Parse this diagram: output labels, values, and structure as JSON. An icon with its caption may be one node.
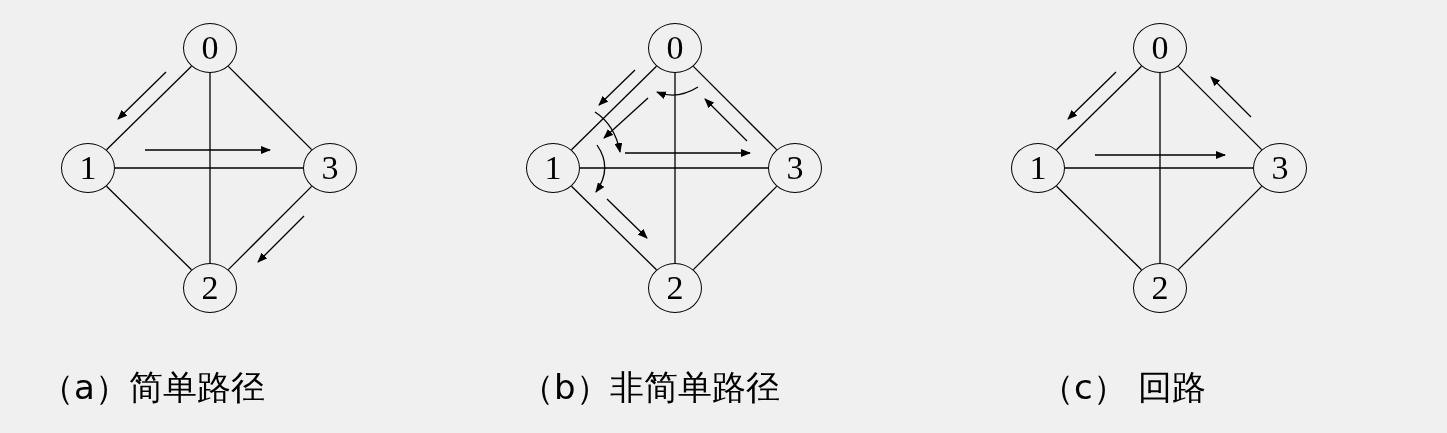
{
  "diagram": {
    "nodes": [
      {
        "text": [
          "0"
        ]
      },
      {
        "text": [
          "1"
        ]
      },
      {
        "text": [
          "3"
        ]
      },
      {
        "text": [
          "2"
        ]
      },
      {
        "text": [
          "0"
        ]
      },
      {
        "text": [
          "1"
        ]
      },
      {
        "text": [
          "3"
        ]
      },
      {
        "text": [
          "2"
        ]
      },
      {
        "text": [
          "0"
        ]
      },
      {
        "text": [
          "1"
        ]
      },
      {
        "text": [
          "3"
        ]
      },
      {
        "text": [
          "2"
        ]
      }
    ],
    "edges": [
      {
        "from": 0,
        "to": 1,
        "arrow": "none"
      },
      {
        "from": 0,
        "to": 2,
        "arrow": "none"
      },
      {
        "from": 0,
        "to": 3,
        "arrow": "none"
      },
      {
        "from": 1,
        "to": 2,
        "arrow": "none"
      },
      {
        "from": 1,
        "to": 3,
        "arrow": "none"
      },
      {
        "from": 2,
        "to": 3,
        "arrow": "none"
      },
      {
        "from": 4,
        "to": 5,
        "arrow": "none"
      },
      {
        "from": 4,
        "to": 6,
        "arrow": "none"
      },
      {
        "from": 4,
        "to": 7,
        "arrow": "none"
      },
      {
        "from": 5,
        "to": 6,
        "arrow": "none"
      },
      {
        "from": 5,
        "to": 7,
        "arrow": "none"
      },
      {
        "from": 6,
        "to": 7,
        "arrow": "none"
      },
      {
        "from": 8,
        "to": 9,
        "arrow": "none"
      },
      {
        "from": 8,
        "to": 10,
        "arrow": "none"
      },
      {
        "from": 8,
        "to": 11,
        "arrow": "none"
      },
      {
        "from": 9,
        "to": 10,
        "arrow": "none"
      },
      {
        "from": 9,
        "to": 11,
        "arrow": "none"
      },
      {
        "from": 10,
        "to": 11,
        "arrow": "none"
      }
    ],
    "labels": [
      "（a）简单路径",
      "（b）非简单路径",
      "（c） 回路"
    ]
  }
}
